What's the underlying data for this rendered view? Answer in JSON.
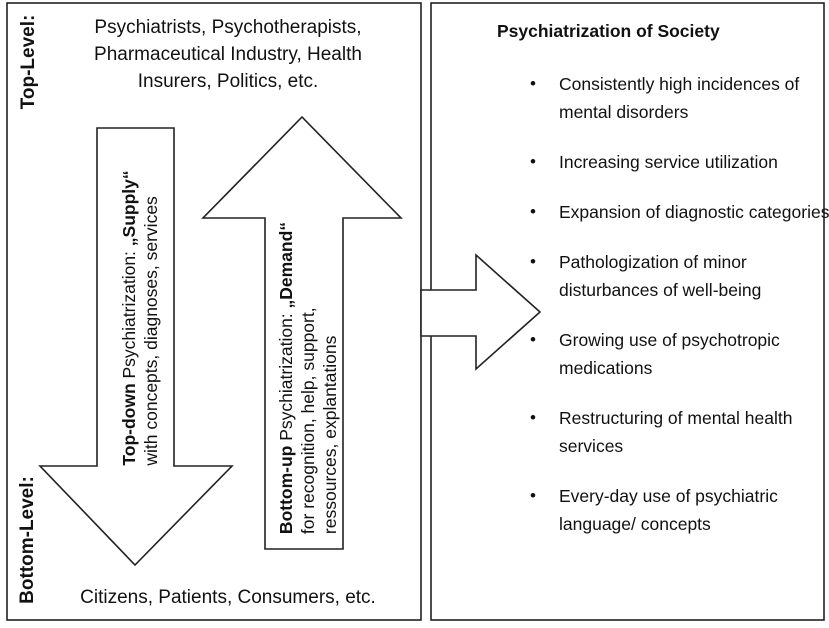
{
  "levels": {
    "top": "Top-Level:",
    "bottom": "Bottom-Level:"
  },
  "actors": {
    "top": "Psychiatrists, Psychotherapists, Pharmaceutical Industry, Health Insurers, Politics, etc.",
    "bottom": "Citizens, Patients, Consumers, etc."
  },
  "top_down": {
    "bold": "Top-down",
    "title": " Psychiatrization: ",
    "key": "„Supply“",
    "detail": "with concepts, diagnoses, services"
  },
  "bottom_up": {
    "bold": "Bottom-up",
    "title": " Psychiatrization: ",
    "key": "„Demand“",
    "detail_1": "for recognition, help, support,",
    "detail_2": "ressources, explantations"
  },
  "panel": {
    "title": "Psychiatrization of Society",
    "items": [
      "Consistently high incidences of mental disorders",
      "Increasing service utilization",
      "Expansion of diagnostic categories",
      "Pathologization of minor disturbances of well-being",
      "Growing use of psychotropic medications",
      "Restructuring of mental health services",
      "Every-day use of psychiatric language/ concepts"
    ]
  }
}
